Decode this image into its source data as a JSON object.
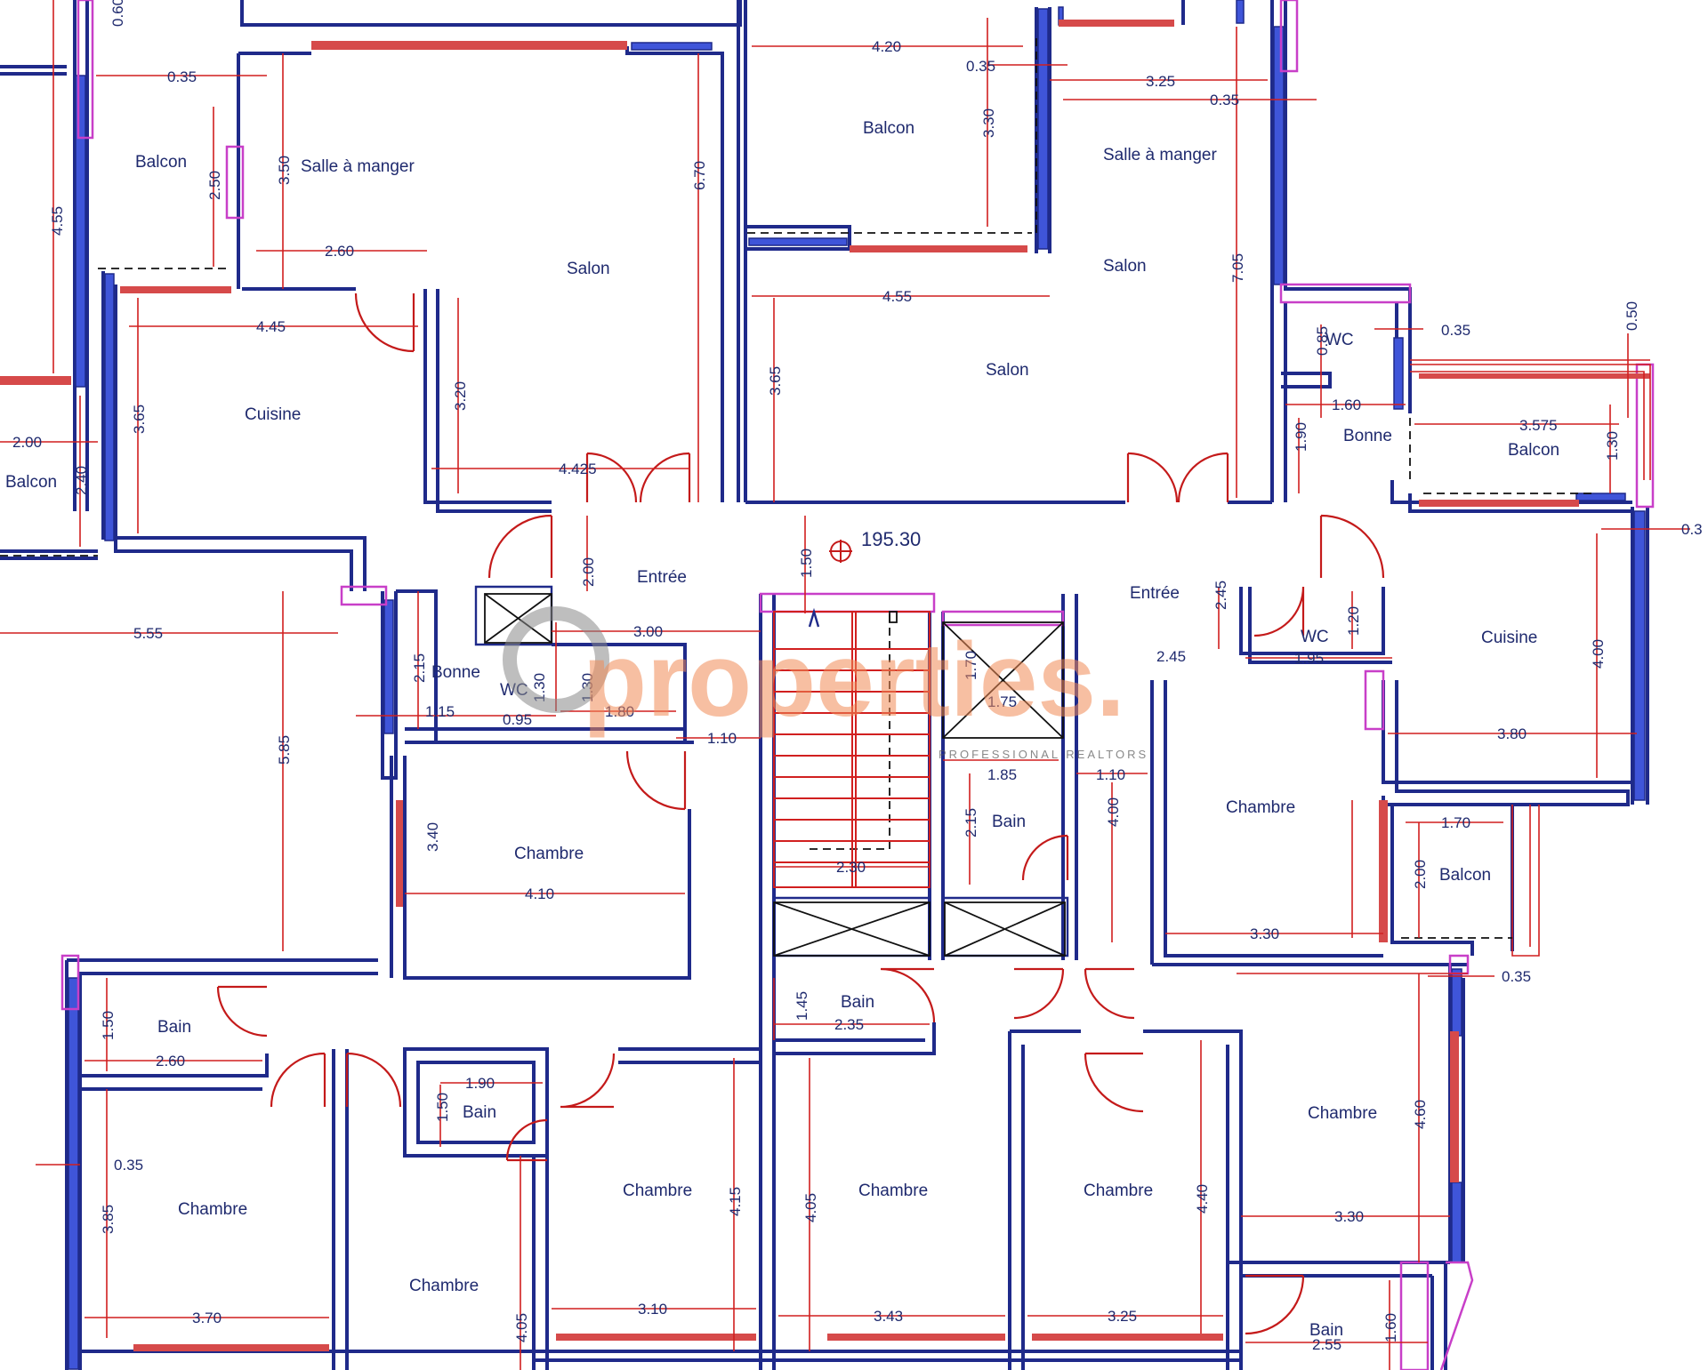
{
  "level_marker": "195.30",
  "watermark": {
    "brand": "properties.",
    "tagline": "PROFESSIONAL REALTORS"
  },
  "rooms": [
    {
      "id": "balcon-tl",
      "text": "Balcon"
    },
    {
      "id": "salle-manger-l",
      "text": "Salle à manger"
    },
    {
      "id": "salon-l",
      "text": "Salon"
    },
    {
      "id": "cuisine-l",
      "text": "Cuisine"
    },
    {
      "id": "balcon-l",
      "text": "Balcon"
    },
    {
      "id": "balcon-top",
      "text": "Balcon"
    },
    {
      "id": "salle-manger-r",
      "text": "Salle à manger"
    },
    {
      "id": "salon-r1",
      "text": "Salon"
    },
    {
      "id": "salon-r2",
      "text": "Salon"
    },
    {
      "id": "wc-tr",
      "text": "WC"
    },
    {
      "id": "bonne-tr",
      "text": "Bonne"
    },
    {
      "id": "balcon-r",
      "text": "Balcon"
    },
    {
      "id": "entree-l",
      "text": "Entrée"
    },
    {
      "id": "entree-r",
      "text": "Entrée"
    },
    {
      "id": "bonne-l",
      "text": "Bonne"
    },
    {
      "id": "wc-l",
      "text": "WC"
    },
    {
      "id": "wc-r",
      "text": "WC"
    },
    {
      "id": "cuisine-r",
      "text": "Cuisine"
    },
    {
      "id": "chambre-c1",
      "text": "Chambre"
    },
    {
      "id": "bain-c",
      "text": "Bain"
    },
    {
      "id": "chambre-r1",
      "text": "Chambre"
    },
    {
      "id": "balcon-r2",
      "text": "Balcon"
    },
    {
      "id": "bain-bl",
      "text": "Bain"
    },
    {
      "id": "bain-c2",
      "text": "Bain"
    },
    {
      "id": "bain-c3",
      "text": "Bain"
    },
    {
      "id": "chambre-bl",
      "text": "Chambre"
    },
    {
      "id": "chambre-b2",
      "text": "Chambre"
    },
    {
      "id": "chambre-b3",
      "text": "Chambre"
    },
    {
      "id": "chambre-b4",
      "text": "Chambre"
    },
    {
      "id": "chambre-b5",
      "text": "Chambre"
    },
    {
      "id": "chambre-br",
      "text": "Chambre"
    },
    {
      "id": "bain-br",
      "text": "Bain"
    }
  ],
  "dimensions": [
    {
      "id": "d1",
      "text": "0.60"
    },
    {
      "id": "d2",
      "text": "0.35"
    },
    {
      "id": "d3",
      "text": "4.55"
    },
    {
      "id": "d4",
      "text": "2.50"
    },
    {
      "id": "d5",
      "text": "3.50"
    },
    {
      "id": "d6",
      "text": "2.60"
    },
    {
      "id": "d7",
      "text": "6.70"
    },
    {
      "id": "d8",
      "text": "4.45"
    },
    {
      "id": "d9",
      "text": "3.65"
    },
    {
      "id": "d10",
      "text": "3.20"
    },
    {
      "id": "d11",
      "text": "4.425"
    },
    {
      "id": "d12",
      "text": "2.00"
    },
    {
      "id": "d13",
      "text": "2.40"
    },
    {
      "id": "d14",
      "text": "4.20"
    },
    {
      "id": "d15",
      "text": "0.35"
    },
    {
      "id": "d16",
      "text": "3.30"
    },
    {
      "id": "d17",
      "text": "3.25"
    },
    {
      "id": "d18",
      "text": "0.35"
    },
    {
      "id": "d19",
      "text": "7.05"
    },
    {
      "id": "d20",
      "text": "4.55"
    },
    {
      "id": "d21",
      "text": "3.65"
    },
    {
      "id": "d22",
      "text": "0.85"
    },
    {
      "id": "d23",
      "text": "0.35"
    },
    {
      "id": "d24",
      "text": "0.50"
    },
    {
      "id": "d25",
      "text": "1.60"
    },
    {
      "id": "d26",
      "text": "3.575"
    },
    {
      "id": "d27",
      "text": "1.90"
    },
    {
      "id": "d28",
      "text": "1.30"
    },
    {
      "id": "d29",
      "text": "0.3"
    },
    {
      "id": "d30",
      "text": "1.50"
    },
    {
      "id": "d31",
      "text": "2.00"
    },
    {
      "id": "d32",
      "text": "2.45"
    },
    {
      "id": "d33",
      "text": "3.00"
    },
    {
      "id": "d34",
      "text": "5.55"
    },
    {
      "id": "d35",
      "text": "2.15"
    },
    {
      "id": "d36",
      "text": "1.30"
    },
    {
      "id": "d37",
      "text": "1.15"
    },
    {
      "id": "d38",
      "text": "0.95"
    },
    {
      "id": "d39",
      "text": "1.30"
    },
    {
      "id": "d40",
      "text": "1.80"
    },
    {
      "id": "d41",
      "text": "1.10"
    },
    {
      "id": "d42",
      "text": "1.70"
    },
    {
      "id": "d43",
      "text": "1.75"
    },
    {
      "id": "d44",
      "text": "2.45"
    },
    {
      "id": "d45",
      "text": "1.95"
    },
    {
      "id": "d46",
      "text": "1.20"
    },
    {
      "id": "d47",
      "text": "4.00"
    },
    {
      "id": "d48",
      "text": "3.80"
    },
    {
      "id": "d49",
      "text": "5.85"
    },
    {
      "id": "d50",
      "text": "1.85"
    },
    {
      "id": "d51",
      "text": "1.10"
    },
    {
      "id": "d52",
      "text": "3.40"
    },
    {
      "id": "d53",
      "text": "2.15"
    },
    {
      "id": "d54",
      "text": "4.00"
    },
    {
      "id": "d55",
      "text": "1.70"
    },
    {
      "id": "d56",
      "text": "2.00"
    },
    {
      "id": "d57",
      "text": "4.10"
    },
    {
      "id": "d58",
      "text": "2.30"
    },
    {
      "id": "d59",
      "text": "3.30"
    },
    {
      "id": "d60",
      "text": "1.50"
    },
    {
      "id": "d61",
      "text": "2.60"
    },
    {
      "id": "d62",
      "text": "1.45"
    },
    {
      "id": "d63",
      "text": "2.35"
    },
    {
      "id": "d64",
      "text": "0.35"
    },
    {
      "id": "d65",
      "text": "1.90"
    },
    {
      "id": "d66",
      "text": "1.50"
    },
    {
      "id": "d67",
      "text": "4.60"
    },
    {
      "id": "d68",
      "text": "0.35"
    },
    {
      "id": "d69",
      "text": "3.85"
    },
    {
      "id": "d70",
      "text": "4.15"
    },
    {
      "id": "d71",
      "text": "4.05"
    },
    {
      "id": "d72",
      "text": "4.40"
    },
    {
      "id": "d73",
      "text": "3.30"
    },
    {
      "id": "d74",
      "text": "3.70"
    },
    {
      "id": "d75",
      "text": "3.10"
    },
    {
      "id": "d76",
      "text": "3.43"
    },
    {
      "id": "d77",
      "text": "3.25"
    },
    {
      "id": "d78",
      "text": "4.05"
    },
    {
      "id": "d79",
      "text": "1.60"
    },
    {
      "id": "d80",
      "text": "2.55"
    }
  ]
}
